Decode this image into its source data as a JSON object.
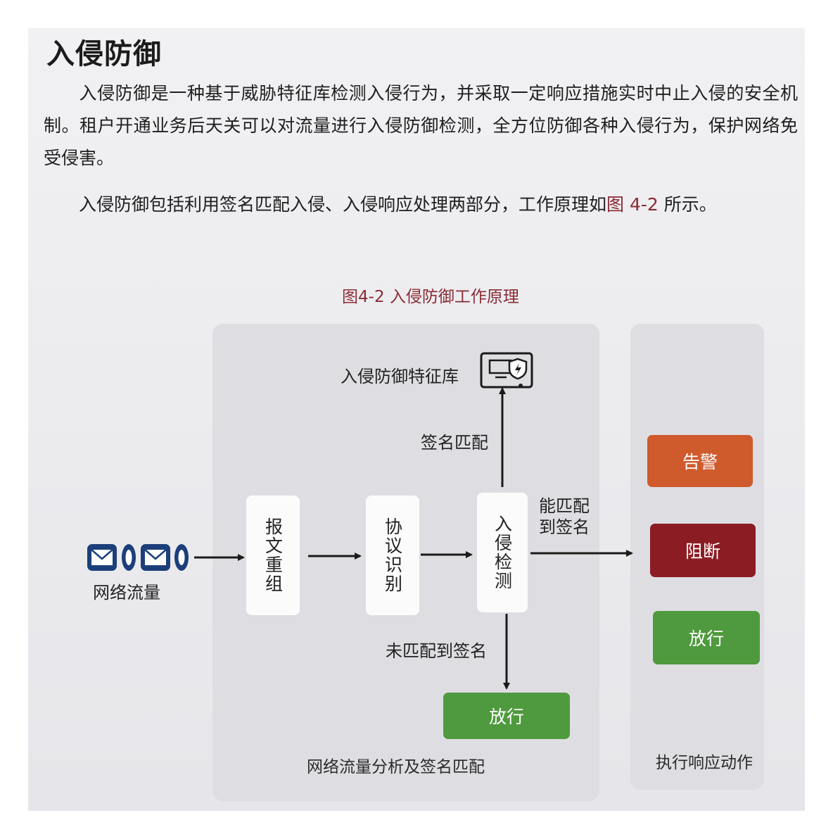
{
  "heading": "入侵防御",
  "paragraphs": {
    "p1": "入侵防御是一种基于威胁特征库检测入侵行为，并采取一定响应措施实时中止入侵的安全机制。租户开通业务后天关可以对流量进行入侵防御检测，全方位防御各种入侵行为，保护网络免受侵害。",
    "p2_before": "入侵防御包括利用签名匹配入侵、入侵响应处理两部分，工作原理如",
    "p2_ref": "图 4-2",
    "p2_after": " 所示。"
  },
  "figure": {
    "caption": "图4-2  入侵防御工作原理",
    "source_label": "网络流量",
    "steps": [
      "报文重组",
      "协议识别",
      "入侵检测"
    ],
    "signature_db_label": "入侵防御特征库",
    "match_up_label": "签名匹配",
    "matched_label": "能匹配\n到签名",
    "unmatched_label": "未匹配到签名",
    "unmatched_action": "放行",
    "left_panel_label": "网络流量分析及签名匹配",
    "right_panel_label": "执行响应动作",
    "actions": [
      {
        "label": "告警",
        "color": "#cf5a2c"
      },
      {
        "label": "阻断",
        "color": "#8c1c24"
      },
      {
        "label": "放行",
        "color": "#4f9a3e"
      }
    ],
    "icons": {
      "traffic": "envelope-packet-icon",
      "database": "monitor-shield-icon"
    },
    "colors": {
      "traffic_icon": "#1c3f7a",
      "caption": "#8a2b34",
      "unmatched_action": "#4f9a3e"
    }
  }
}
